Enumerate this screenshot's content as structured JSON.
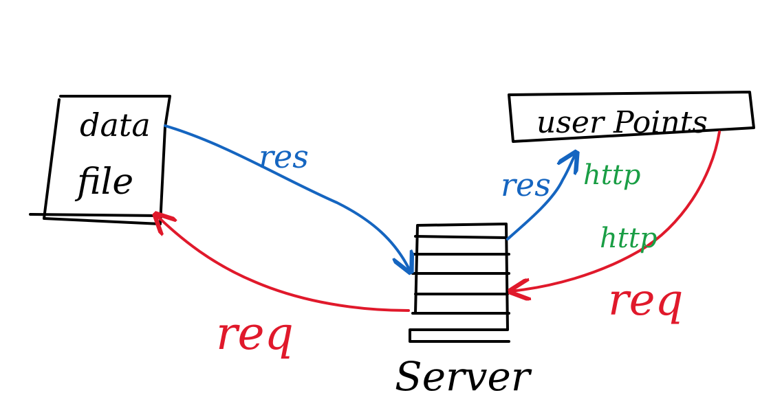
{
  "diagram": {
    "nodes": {
      "data_file": {
        "line1": "data",
        "line2": "file"
      },
      "user_points": {
        "label": "user Points"
      },
      "server": {
        "label": "Server"
      }
    },
    "edges": {
      "file_to_server": {
        "label": "res",
        "color": "#1565c0"
      },
      "server_to_file": {
        "label": "req",
        "color": "#e0192b"
      },
      "server_to_user": {
        "label": "res",
        "protocol": "http",
        "color": "#1565c0"
      },
      "user_to_server": {
        "label": "req",
        "protocol": "http",
        "color": "#e0192b"
      }
    },
    "colors": {
      "outline": "#000000",
      "protocol": "#1a9e45"
    }
  }
}
